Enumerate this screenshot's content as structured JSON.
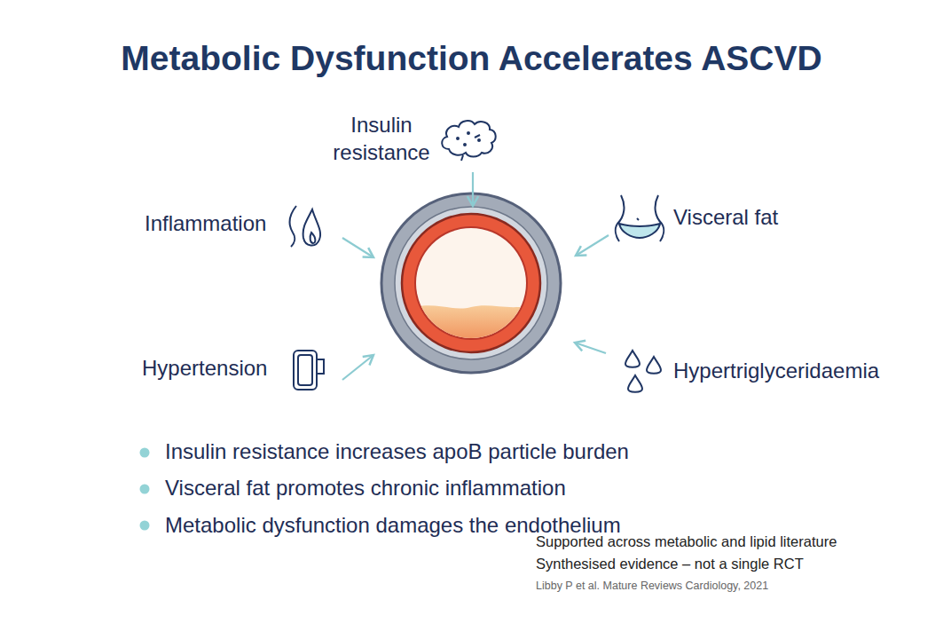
{
  "diagram": {
    "title": "Metabolic Dysfunction Accelerates ASCVD",
    "labels": [
      "Insulin resistance",
      "Inflammation",
      "Visceral fat",
      "Hypertension",
      "Hypertriglyceridaemia",
      "Insulin resistance increases apoB particle burden",
      "Visceral fat promotes chronic inflammation",
      "Metabolic dysfunction damages the endothelium",
      "Supported across metabolic and lipid literature",
      "Synthesised evidence – not a single RCT",
      "Libby P et al. Mature Reviews Cardiology, 2021"
    ]
  }
}
